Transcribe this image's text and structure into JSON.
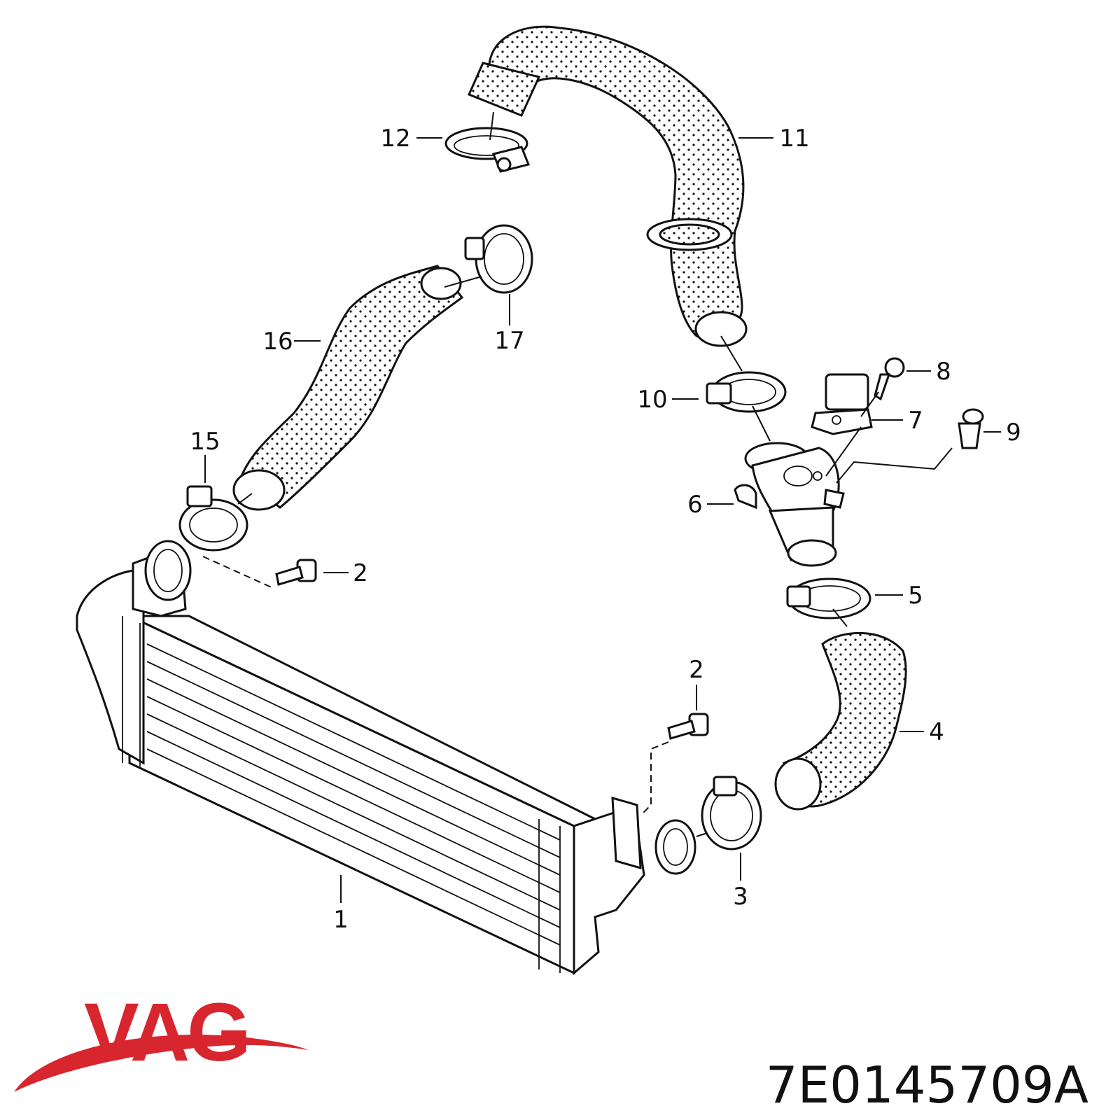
{
  "callouts": [
    {
      "id": "1",
      "label": "1"
    },
    {
      "id": "2a",
      "label": "2"
    },
    {
      "id": "2b",
      "label": "2"
    },
    {
      "id": "3",
      "label": "3"
    },
    {
      "id": "4",
      "label": "4"
    },
    {
      "id": "5",
      "label": "5"
    },
    {
      "id": "6",
      "label": "6"
    },
    {
      "id": "7",
      "label": "7"
    },
    {
      "id": "8",
      "label": "8"
    },
    {
      "id": "9",
      "label": "9"
    },
    {
      "id": "10",
      "label": "10"
    },
    {
      "id": "11",
      "label": "11"
    },
    {
      "id": "12",
      "label": "12"
    },
    {
      "id": "15",
      "label": "15"
    },
    {
      "id": "16",
      "label": "16"
    },
    {
      "id": "17",
      "label": "17"
    }
  ],
  "brand": {
    "name": "VAG",
    "color": "#d7262e"
  },
  "part_number": "7E0145709A"
}
